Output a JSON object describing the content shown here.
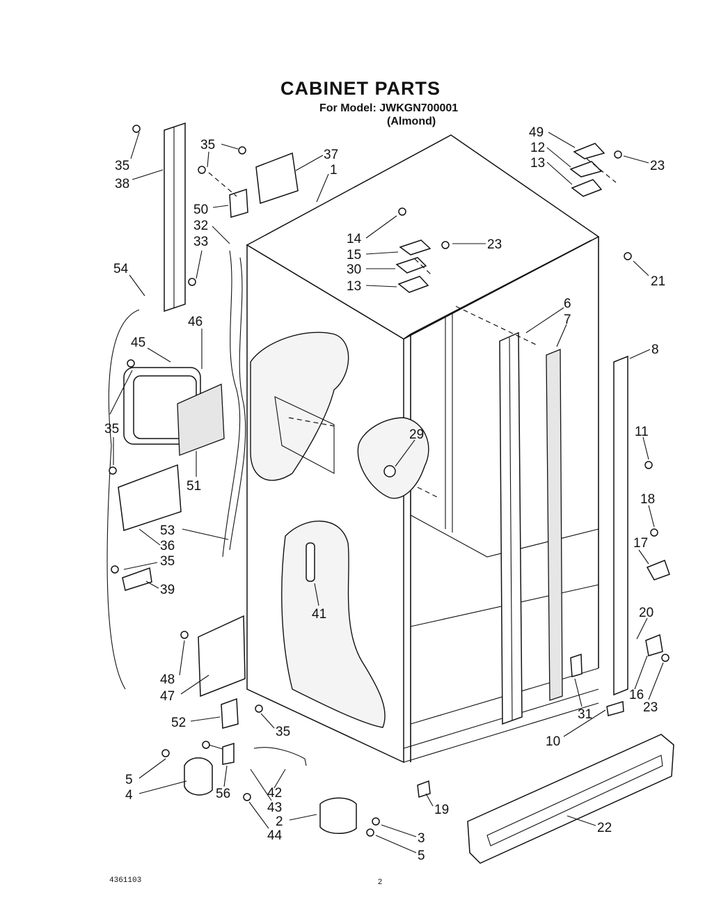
{
  "header": {
    "title": "CABINET PARTS",
    "model_line": "For Model: JWKGN700001",
    "color_line": "(Almond)"
  },
  "footer": {
    "document_number": "4361103",
    "page_number": "2"
  },
  "callouts": [
    "35",
    "38",
    "35",
    "37",
    "1",
    "50",
    "32",
    "33",
    "54",
    "46",
    "45",
    "35",
    "51",
    "53",
    "36",
    "35",
    "39",
    "49",
    "12",
    "13",
    "23",
    "14",
    "23",
    "15",
    "30",
    "13",
    "21",
    "6",
    "7",
    "8",
    "29",
    "11",
    "18",
    "17",
    "41",
    "20",
    "48",
    "47",
    "16",
    "23",
    "31",
    "52",
    "35",
    "10",
    "5",
    "4",
    "56",
    "42",
    "43",
    "2",
    "44",
    "3",
    "5",
    "19",
    "22"
  ]
}
